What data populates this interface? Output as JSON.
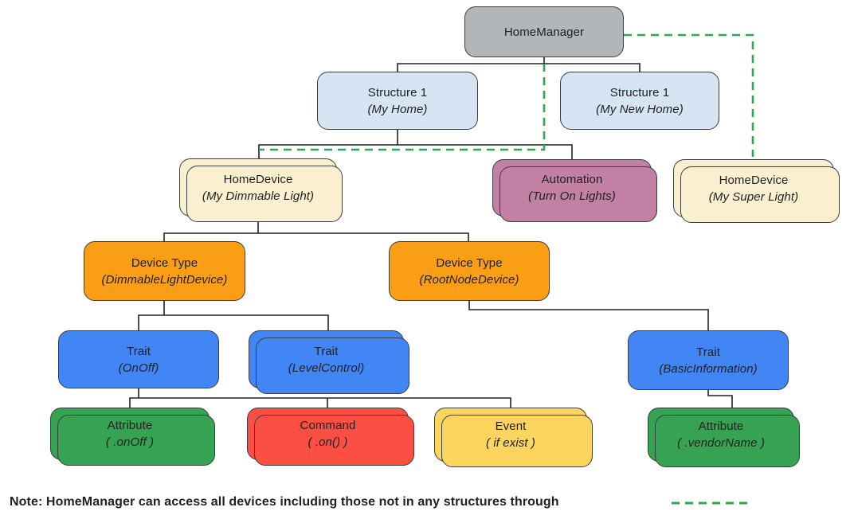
{
  "diagram": {
    "nodes": {
      "home_manager": {
        "label": "HomeManager"
      },
      "structure_1": {
        "label": "Structure 1",
        "instance": "(My Home)"
      },
      "structure_2": {
        "label": "Structure 1",
        "instance": "(My New Home)"
      },
      "home_device_1": {
        "label": "HomeDevice",
        "instance": "(My Dimmable Light)"
      },
      "automation": {
        "label": "Automation",
        "instance": "(Turn On Lights)"
      },
      "home_device_2": {
        "label": "HomeDevice",
        "instance": "(My Super Light)"
      },
      "device_type_1": {
        "label": "Device Type",
        "instance": "(DimmableLightDevice)"
      },
      "device_type_2": {
        "label": "Device Type",
        "instance": "(RootNodeDevice)"
      },
      "trait_onoff": {
        "label": "Trait",
        "instance": "(OnOff)"
      },
      "trait_levelcontrol": {
        "label": "Trait",
        "instance": "(LevelControl)"
      },
      "trait_basicinfo": {
        "label": "Trait",
        "instance": "(BasicInformation)"
      },
      "attribute_onoff": {
        "label": "Attribute",
        "instance": "( .onOff )"
      },
      "command_on": {
        "label": "Command",
        "instance": "( .on() )"
      },
      "event_ifexist": {
        "label": "Event",
        "instance": "( if exist )"
      },
      "attribute_vendorname": {
        "label": "Attribute",
        "instance": "( .vendorName )"
      }
    },
    "note": "Note: HomeManager can access all devices including those not in any structures through",
    "colors": {
      "home_manager": "#B2B6B9",
      "structure": "#D6E4F4",
      "home_device": "#FAF0D0",
      "automation": "#C180A4",
      "device_type": "#FA9E16",
      "trait": "#4285F4",
      "attribute": "#36A352",
      "command": "#FB4F44",
      "event": "#FBD55E",
      "connector": "#202124",
      "link_dashed": "#2EA84F"
    }
  }
}
